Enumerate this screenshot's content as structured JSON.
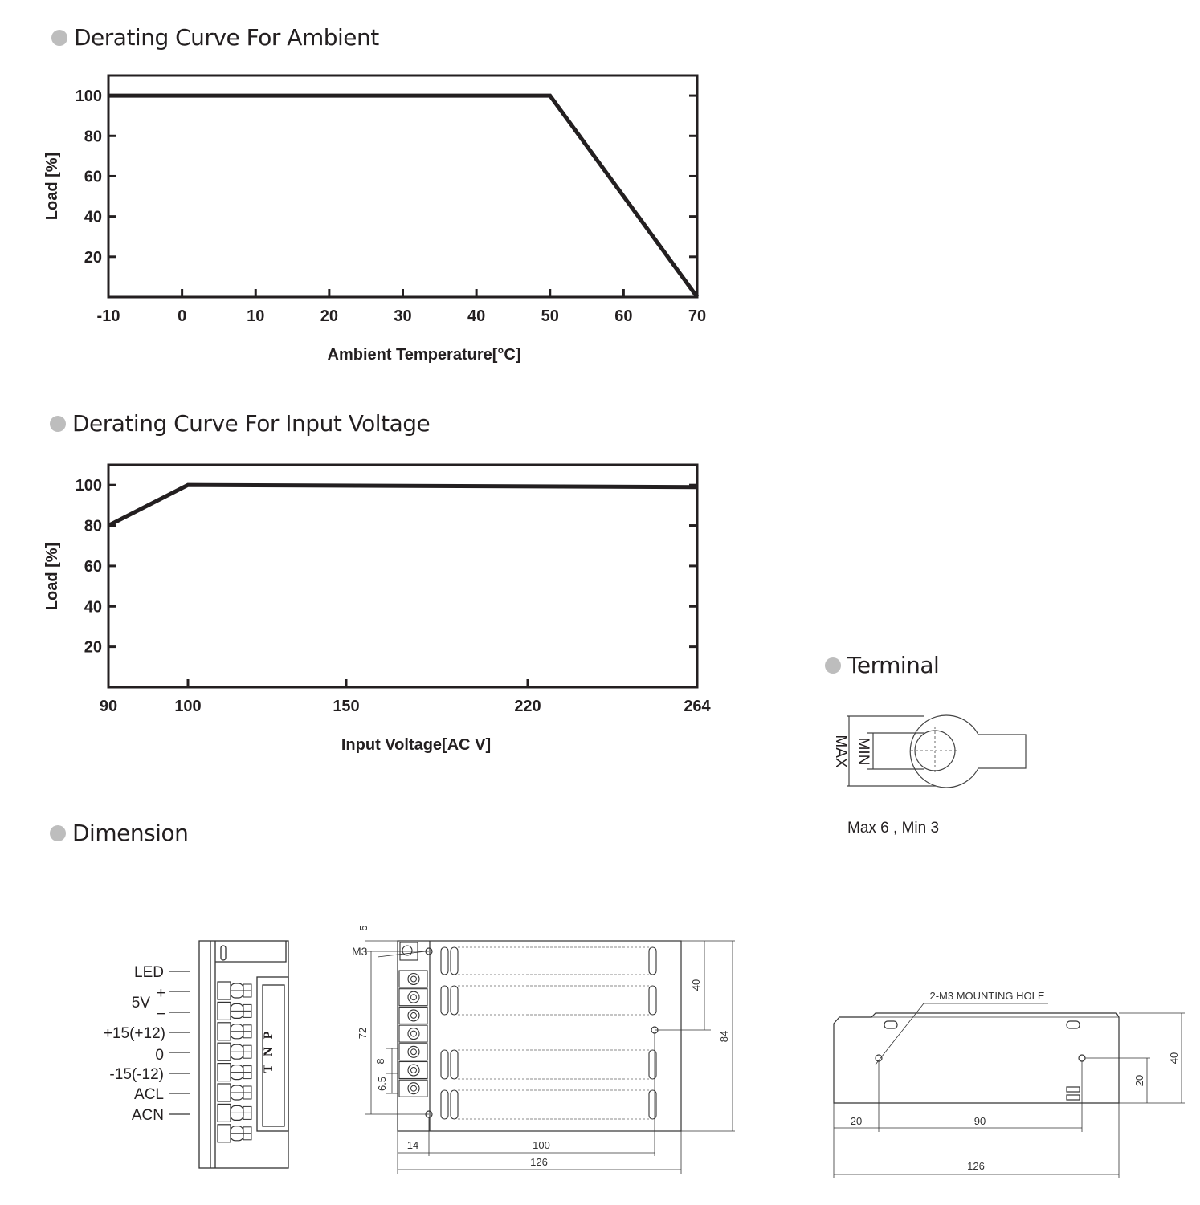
{
  "sections": {
    "ambient_title": "Derating Curve For Ambient",
    "voltage_title": "Derating Curve For Input Voltage",
    "terminal_title": "Terminal",
    "dimension_title": "Dimension"
  },
  "chart_data": [
    {
      "type": "line",
      "xlabel": "Ambient Temperature[°C]",
      "ylabel": "Load  [%]",
      "x_ticks": [
        "-10",
        "0",
        "10",
        "20",
        "30",
        "40",
        "50",
        "60",
        "70"
      ],
      "y_ticks": [
        "20",
        "40",
        "60",
        "80",
        "100"
      ],
      "xlim": [
        -10,
        70
      ],
      "ylim": [
        0,
        110
      ],
      "series": [
        {
          "x": [
            -10,
            50,
            70
          ],
          "y": [
            100,
            100,
            0
          ]
        }
      ]
    },
    {
      "type": "line",
      "xlabel": "Input Voltage[AC V]",
      "ylabel": "Load  [%]",
      "x_ticks": [
        "90",
        "100",
        "150",
        "220",
        "264"
      ],
      "y_ticks": [
        "20",
        "40",
        "60",
        "80",
        "100"
      ],
      "ylim": [
        0,
        110
      ],
      "series": [
        {
          "x": [
            90,
            100,
            264
          ],
          "y": [
            80,
            100,
            99
          ]
        }
      ]
    }
  ],
  "terminal": {
    "max_label": "MAX",
    "min_label": "MIN",
    "spec_text": "Max 6 ,  Min 3"
  },
  "dimension": {
    "pin_labels": [
      "LED",
      "+",
      "5V",
      "−",
      "+15(+12)",
      "0",
      "-15(-12)",
      "ACL",
      "ACN"
    ],
    "brand": "T N P",
    "front": {
      "m3": "M3",
      "d5": "5",
      "d72": "72",
      "d8": "8",
      "d65": "6.5",
      "d40": "40",
      "d84": "84",
      "d14": "14",
      "d100": "100",
      "d126": "126"
    },
    "side": {
      "hole_label": "2-M3 MOUNTING HOLE",
      "d40": "40",
      "d20v": "20",
      "d20": "20",
      "d90": "90",
      "d126": "126"
    }
  }
}
